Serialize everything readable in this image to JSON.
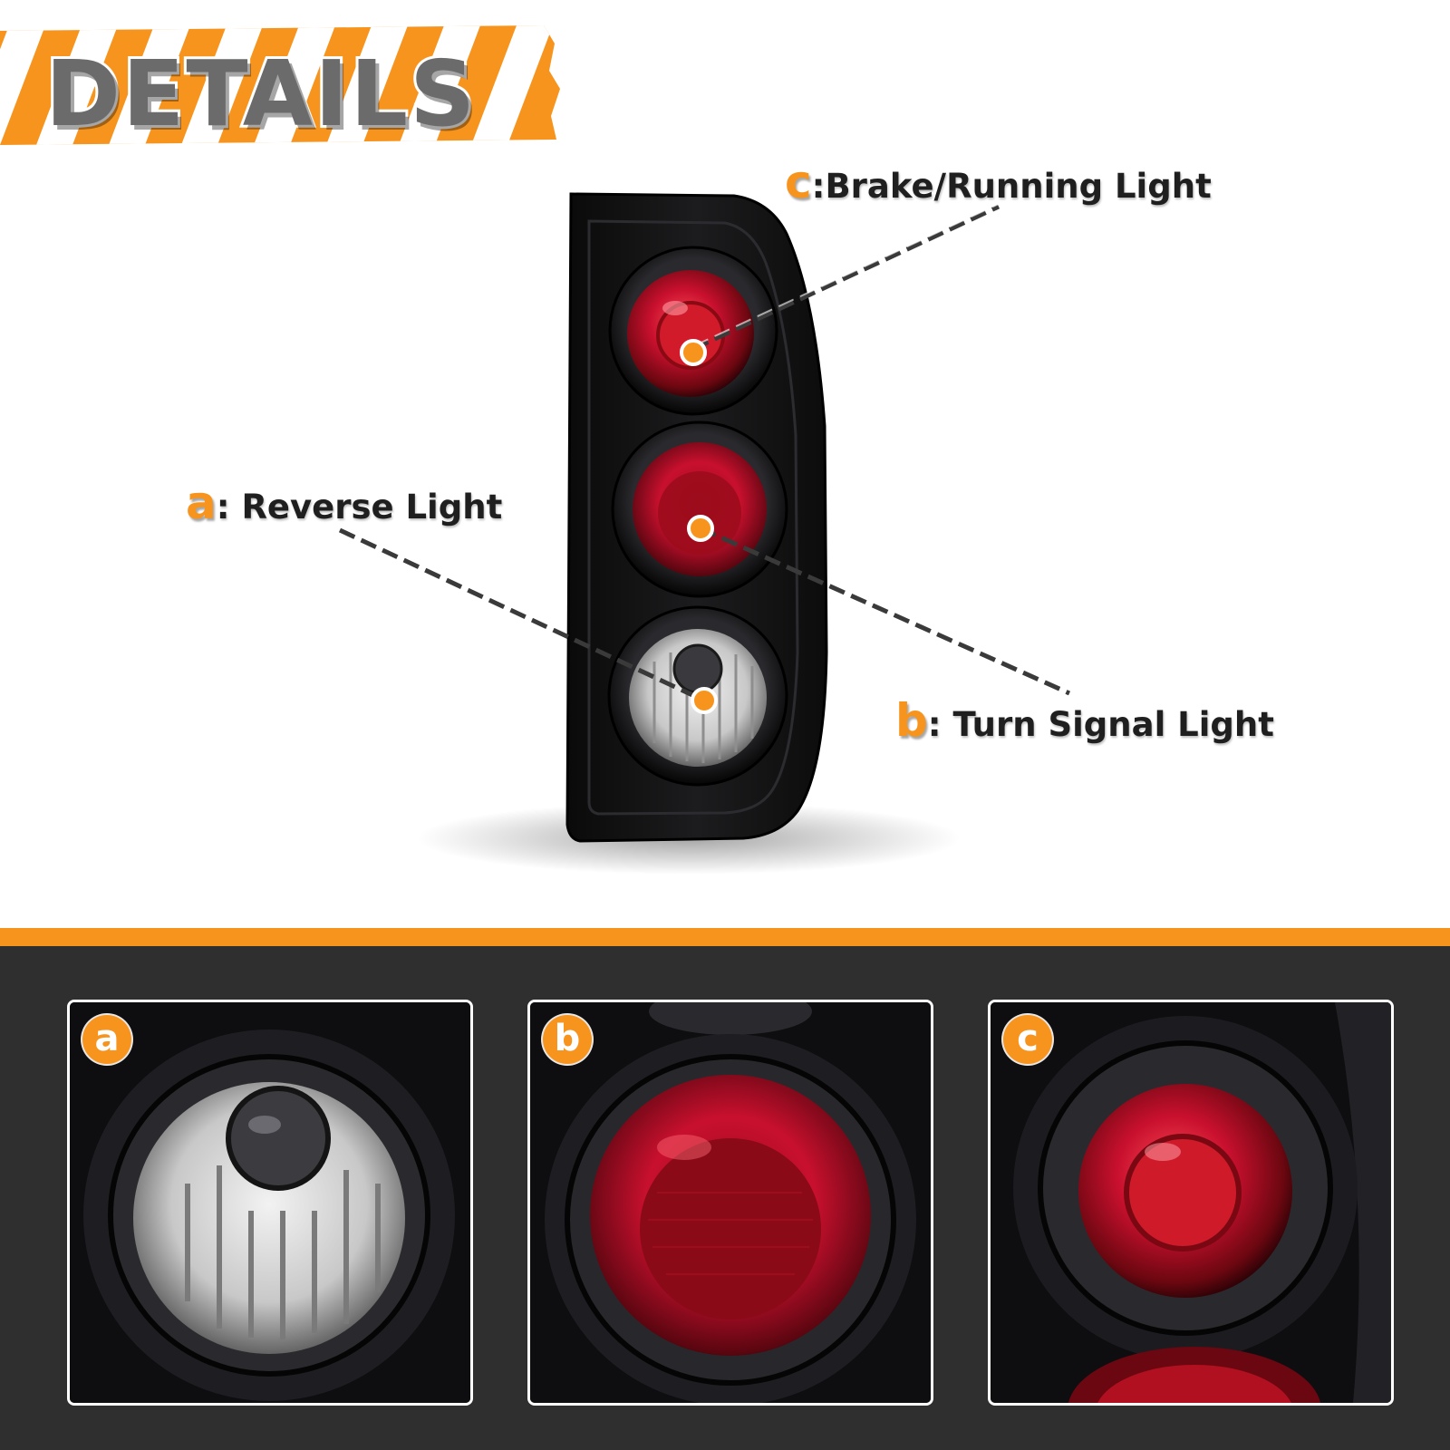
{
  "header": {
    "title": "DETAILS"
  },
  "callouts": [
    {
      "letter": "c",
      "label": "Brake/Running Light"
    },
    {
      "letter": "a",
      "label": "Reverse Light"
    },
    {
      "letter": "b",
      "label": "Turn Signal Light"
    }
  ],
  "detail_cards": [
    {
      "badge": "a"
    },
    {
      "badge": "b"
    },
    {
      "badge": "c"
    }
  ],
  "colors": {
    "accent": "#f7941d",
    "panel": "#2f2f2f",
    "lens_red": "#c8102e",
    "housing": "#111111"
  }
}
